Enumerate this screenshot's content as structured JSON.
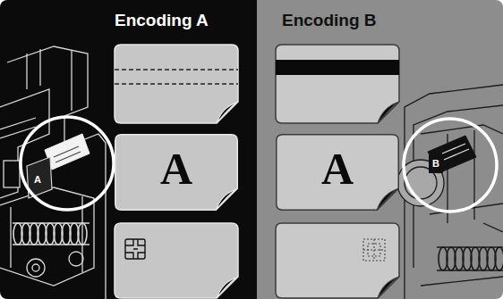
{
  "diagram": {
    "nodes": [
      {
        "text": [
          "Encoding A"
        ]
      },
      {
        "text": [
          "Encoding B"
        ]
      },
      {
        "text": [
          "A"
        ],
        "in": 0
      },
      {
        "text": [
          "A"
        ],
        "in": 1
      }
    ],
    "labels": [
      "A",
      "B"
    ]
  }
}
